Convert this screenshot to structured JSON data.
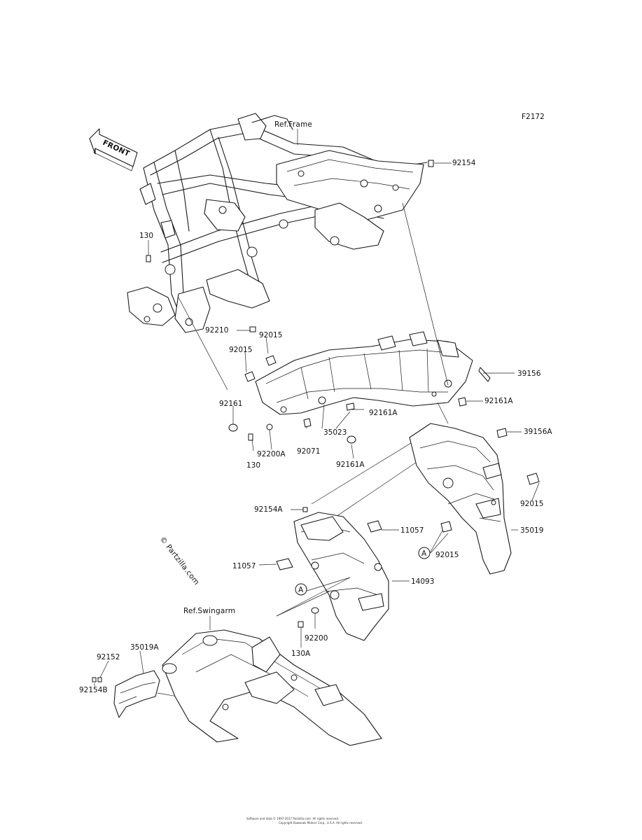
{
  "figure_code": "F2172",
  "front_label": "FRONT",
  "watermark": "© Partzilla.com",
  "footer_lines": [
    "Software and data © 1997-2017 Partzilla.com. All rights reserved.",
    "Copyright Kawasaki Motors Corp., U.S.A. All rights reserved."
  ],
  "reference_labels": {
    "frame": "Ref.Frame",
    "swingarm": "Ref.Swingarm"
  },
  "callout_markers": [
    {
      "id": "marker-a-right",
      "text": "A"
    },
    {
      "id": "marker-a-left",
      "text": "A"
    }
  ],
  "part_labels": [
    {
      "id": "92154",
      "text": "92154"
    },
    {
      "id": "130-upper",
      "text": "130"
    },
    {
      "id": "92210",
      "text": "92210"
    },
    {
      "id": "92015-upper",
      "text": "92015"
    },
    {
      "id": "92015-left",
      "text": "92015"
    },
    {
      "id": "39156",
      "text": "39156"
    },
    {
      "id": "92161A-right",
      "text": "92161A"
    },
    {
      "id": "92161",
      "text": "92161"
    },
    {
      "id": "92161A-mid",
      "text": "92161A"
    },
    {
      "id": "35023",
      "text": "35023"
    },
    {
      "id": "92200A",
      "text": "92200A"
    },
    {
      "id": "92071",
      "text": "92071"
    },
    {
      "id": "92161A-lower",
      "text": "92161A"
    },
    {
      "id": "130-lower",
      "text": "130"
    },
    {
      "id": "39156A",
      "text": "39156A"
    },
    {
      "id": "92015-right",
      "text": "92015"
    },
    {
      "id": "35019",
      "text": "35019"
    },
    {
      "id": "92154A",
      "text": "92154A"
    },
    {
      "id": "11057-right",
      "text": "11057"
    },
    {
      "id": "92015-marker",
      "text": "92015"
    },
    {
      "id": "11057-left",
      "text": "11057"
    },
    {
      "id": "14093",
      "text": "14093"
    },
    {
      "id": "92200",
      "text": "92200"
    },
    {
      "id": "130A",
      "text": "130A"
    },
    {
      "id": "92152",
      "text": "92152"
    },
    {
      "id": "35019A",
      "text": "35019A"
    },
    {
      "id": "92154B",
      "text": "92154B"
    }
  ]
}
